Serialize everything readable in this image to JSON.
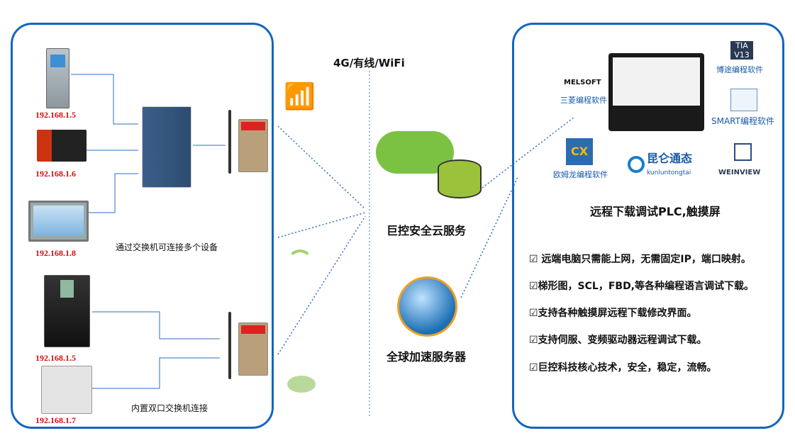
{
  "network_label": "4G/有线/WiFi",
  "cloud_label": "巨控安全云服务",
  "global_label": "全球加速服务器",
  "left_panel": {
    "devices": [
      {
        "ip": "192.168.1.5",
        "type": "plc-s7-1500"
      },
      {
        "ip": "192.168.1.6",
        "type": "plc-rack"
      },
      {
        "ip": "192.168.1.8",
        "type": "hmi-touchscreen"
      },
      {
        "ip": "192.168.1.5",
        "type": "inverter"
      },
      {
        "ip": "192.168.1.7",
        "type": "servo-drive"
      }
    ],
    "switch_note": "通过交换机可连接多个设备",
    "dual_port_note": "内置双口交换机连接"
  },
  "right_panel": {
    "software": [
      {
        "name": "MELSOFT",
        "label": "三菱编程软件"
      },
      {
        "name": "TIA V13",
        "label": "博途编程软件"
      },
      {
        "name": "SMART",
        "label": "SMART编程软件"
      },
      {
        "name": "CX",
        "label": "欧姆龙编程软件"
      },
      {
        "name": "昆仑通态",
        "label": "kunluntongtai"
      },
      {
        "name": "WEINVIEW",
        "label": ""
      }
    ],
    "title": "远程下载调试PLC,触摸屏",
    "features": [
      "☑ 远端电脑只需能上网，无需固定IP，端口映射。",
      "☑梯形图，SCL，FBD,等各种编程语言调试下载。",
      "☑支持各种触摸屏远程下载修改界面。",
      "☑支持伺服、变频驱动器远程调试下载。",
      "☑巨控科技核心技术，安全，稳定，流畅。"
    ]
  },
  "colors": {
    "border": "#1565c0",
    "ip": "#d01010",
    "line": "#2a6fc0",
    "cloud": "#7cc242"
  }
}
